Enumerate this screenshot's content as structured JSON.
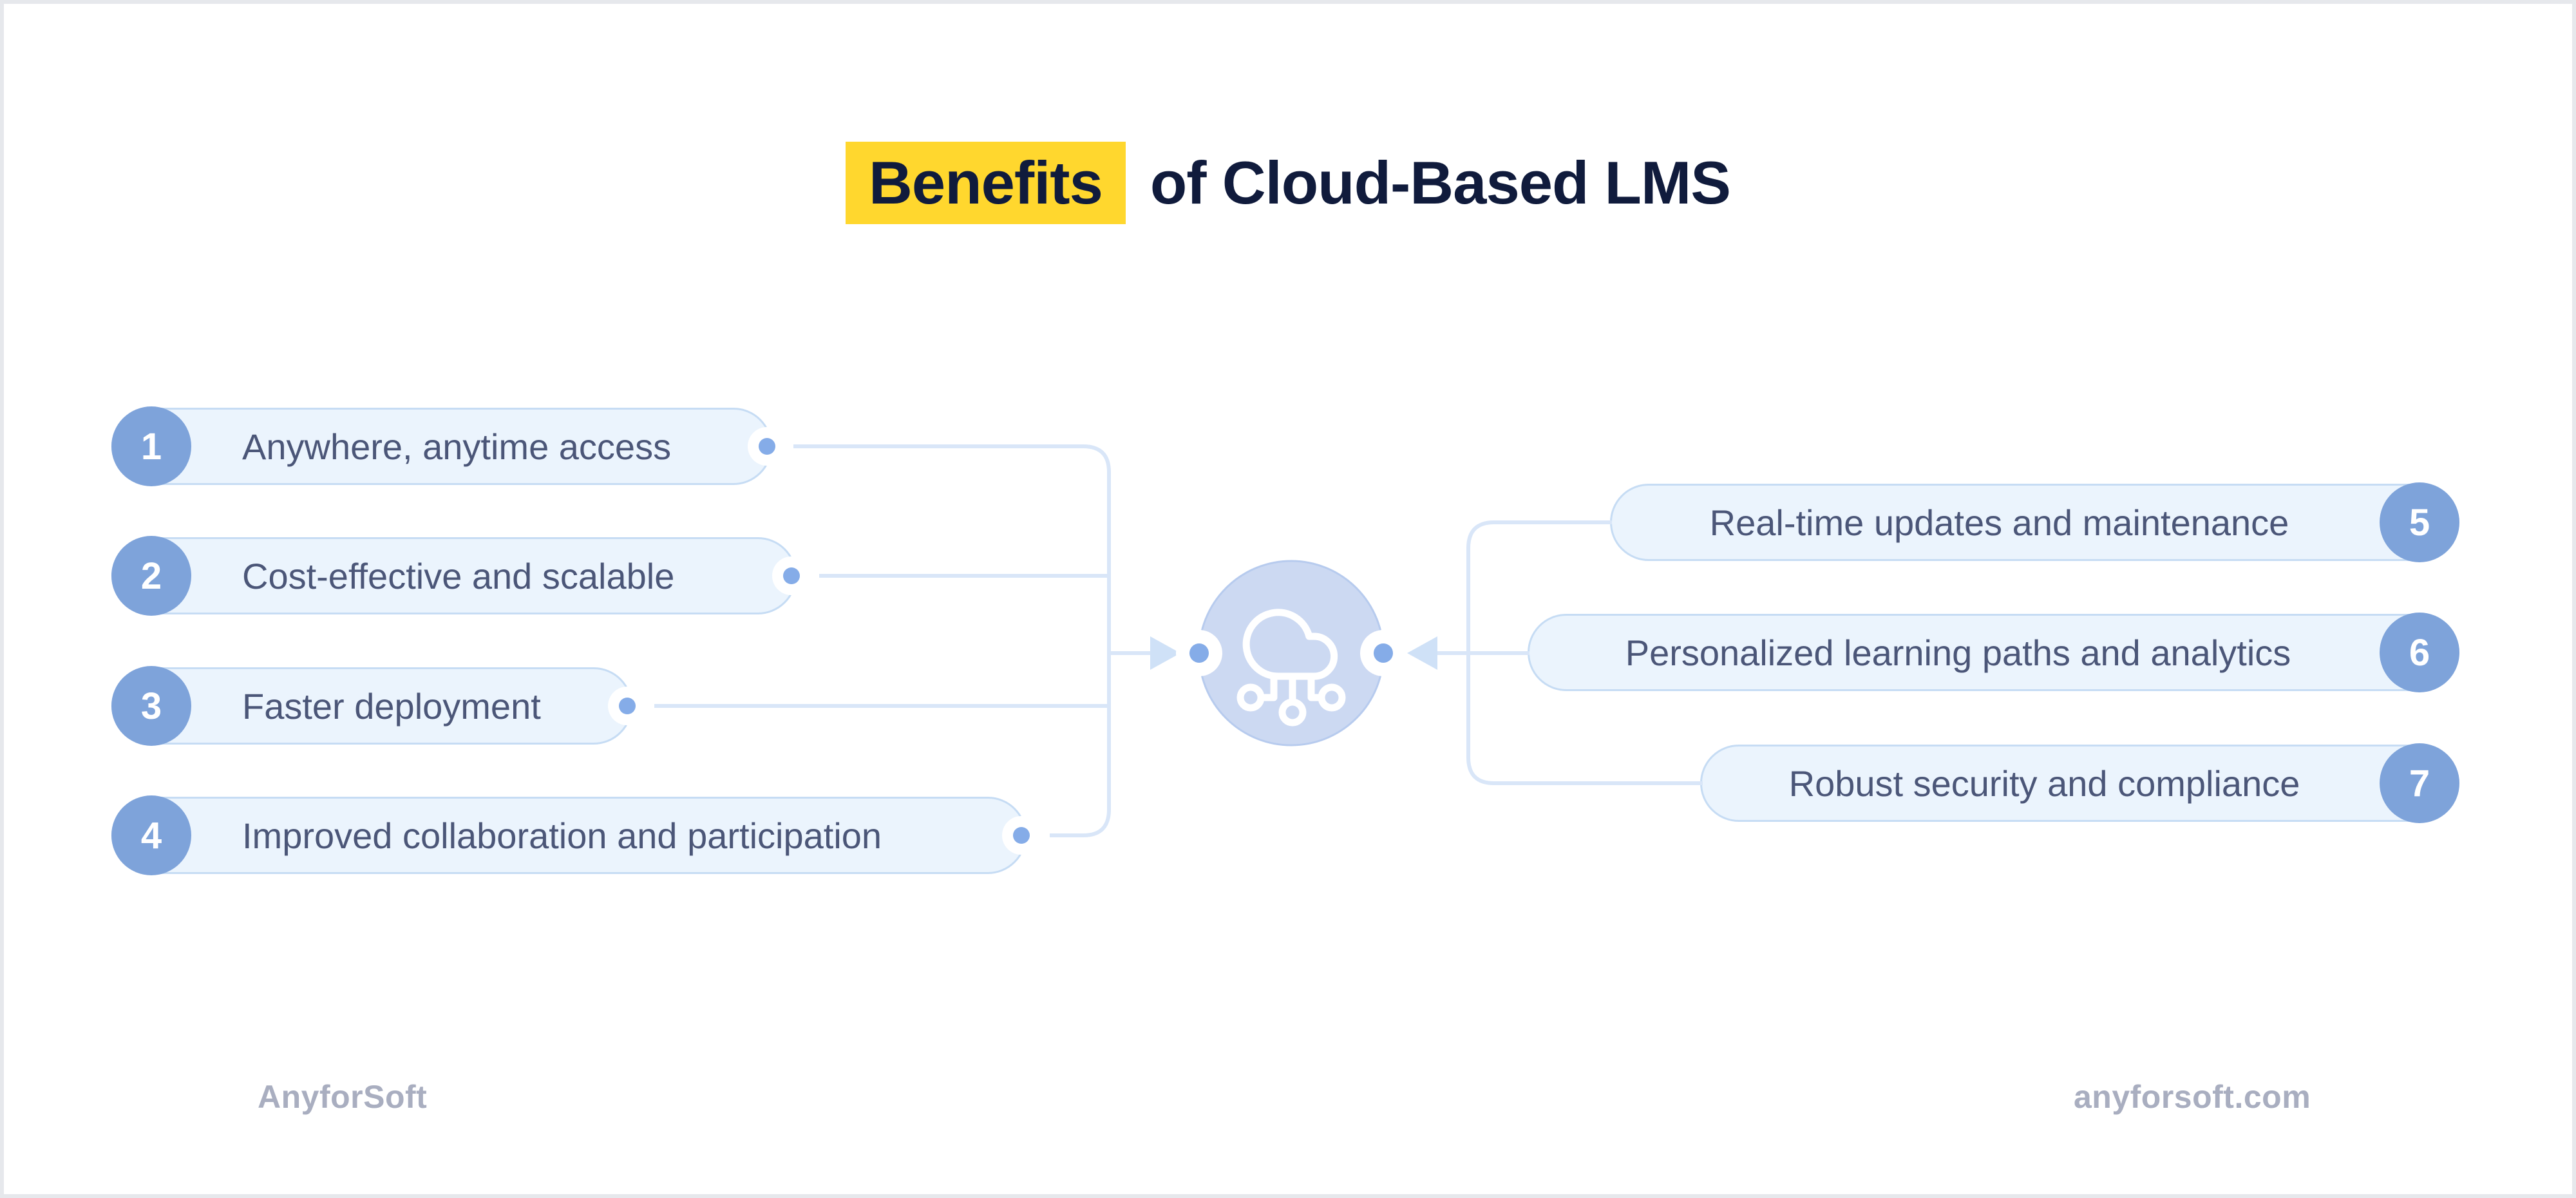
{
  "card": {
    "title": {
      "highlighted_word": "Benefits",
      "rest": "of Cloud-Based LMS"
    },
    "left_items": [
      {
        "number": "1",
        "label": "Anywhere, anytime access"
      },
      {
        "number": "2",
        "label": "Cost-effective and scalable"
      },
      {
        "number": "3",
        "label": "Faster deployment"
      },
      {
        "number": "4",
        "label": "Improved collaboration and participation"
      }
    ],
    "right_items": [
      {
        "number": "5",
        "label": "Real-time updates and maintenance"
      },
      {
        "number": "6",
        "label": "Personalized learning paths and analytics"
      },
      {
        "number": "7",
        "label": "Robust security and compliance"
      }
    ],
    "center_icon": "cloud-network-icon",
    "footer": {
      "brand": "AnyforSoft",
      "website": "anyforsoft.com"
    },
    "colors": {
      "highlight_yellow": "#FFD72E",
      "title_navy": "#101B3C",
      "pill_fill": "#EBF4FD",
      "pill_border": "#C6DCF4",
      "pill_text": "#4B5678",
      "number_badge_blue": "#7EA3DA",
      "connector_line": "#D9E6F8",
      "arrowhead_blue": "#CFE1F7",
      "dot_blue": "#85ACE8",
      "cloud_circle_fill": "#CCD9F2",
      "cloud_circle_border": "#B7CBEE",
      "footer_gray": "#A9AEC0",
      "card_border_gray": "#E6E8EC"
    }
  }
}
